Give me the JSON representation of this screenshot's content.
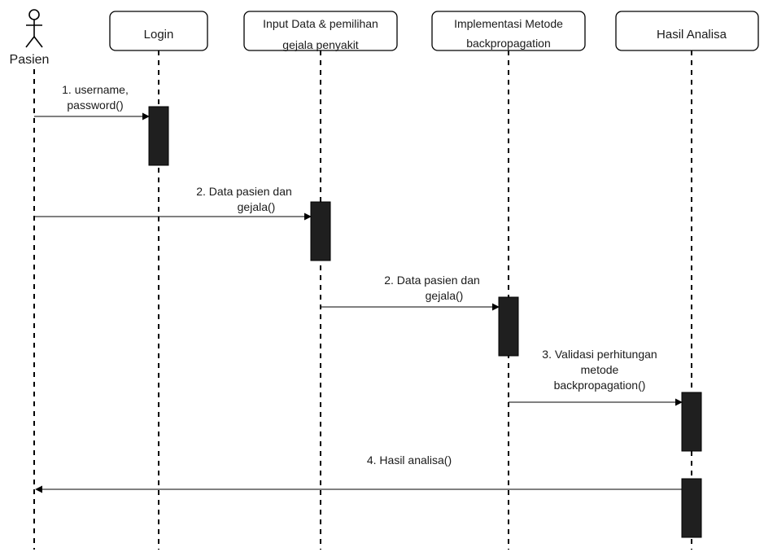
{
  "diagram": {
    "type": "sequence-diagram",
    "actor": {
      "name": "Pasien",
      "icon": "stick-figure-icon"
    },
    "participants": [
      {
        "id": "login",
        "lines": [
          "Login"
        ]
      },
      {
        "id": "input",
        "lines": [
          "Input Data & pemilihan",
          "gejala penyakit"
        ]
      },
      {
        "id": "implementasi",
        "lines": [
          "Implementasi Metode",
          "backpropagation"
        ]
      },
      {
        "id": "hasil",
        "lines": [
          "Hasil Analisa"
        ]
      }
    ],
    "messages": [
      {
        "from": "pasien",
        "to": "login",
        "label_lines": [
          "1. username,",
          "password()"
        ]
      },
      {
        "from": "pasien",
        "to": "input",
        "label_lines": [
          "2. Data pasien dan",
          "gejala()"
        ]
      },
      {
        "from": "input",
        "to": "implementasi",
        "label_lines": [
          "2. Data pasien dan",
          "gejala()"
        ]
      },
      {
        "from": "implementasi",
        "to": "hasil",
        "label_lines": [
          "3. Validasi perhitungan",
          "metode",
          "backpropagation()"
        ]
      },
      {
        "from": "hasil",
        "to": "pasien",
        "label_lines": [
          "4. Hasil analisa()"
        ]
      }
    ],
    "colors": {
      "line": "#000000",
      "activation": "#1f1f1f",
      "box_fill": "#ffffff",
      "text": "#1a1a1a"
    }
  }
}
